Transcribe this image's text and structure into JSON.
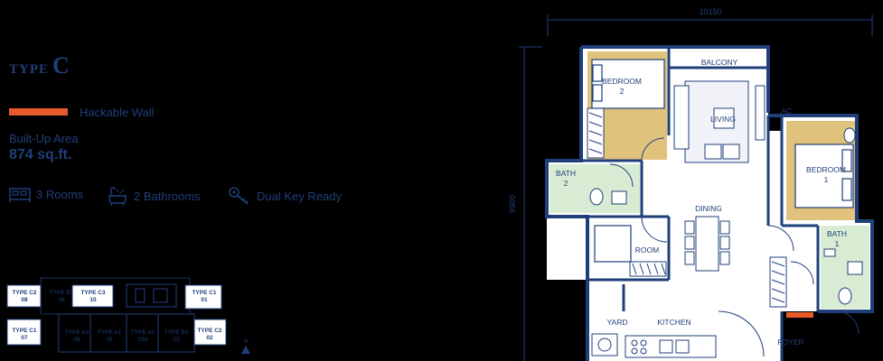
{
  "unit": {
    "type_word": "TYPE",
    "type_letter": "C"
  },
  "legend": {
    "hackable_wall": "Hackable Wall",
    "color": "#e8592b"
  },
  "built_up": {
    "label": "Built-Up Area",
    "value": "874 sq.ft."
  },
  "features": {
    "rooms": "3 Rooms",
    "bathrooms": "2 Bathrooms",
    "dual_key": "Dual Key Ready"
  },
  "dimensions": {
    "width": "10150",
    "depth": "9900"
  },
  "rooms": {
    "balcony": "BALCONY",
    "bedroom2_a": "BEDROOM",
    "bedroom2_b": "2",
    "living": "LIVING",
    "ac": "AC",
    "bedroom1_a": "BEDROOM",
    "bedroom1_b": "1",
    "bath2_a": "BATH",
    "bath2_b": "2",
    "dining": "DINING",
    "room": "ROOM",
    "bath1_a": "BATH",
    "bath1_b": "1",
    "yard": "YARD",
    "kitchen": "KITCHEN",
    "foyer": "FOYER"
  },
  "keyplan": {
    "units": [
      {
        "a": "TYPE C2",
        "b": "08"
      },
      {
        "a": "TYPE B1",
        "b": "09"
      },
      {
        "a": "TYPE C3",
        "b": "10"
      },
      {
        "a": "TYPE C1",
        "b": "01"
      },
      {
        "a": "TYPE C1",
        "b": "07"
      },
      {
        "a": "TYPE A3",
        "b": "06"
      },
      {
        "a": "TYPE A1",
        "b": "05"
      },
      {
        "a": "TYPE A2",
        "b": "03A"
      },
      {
        "a": "TYPE B2",
        "b": "03"
      },
      {
        "a": "TYPE C2",
        "b": "02"
      }
    ],
    "north": "N"
  },
  "colors": {
    "navy": "#1f3f7a",
    "bedroom": "#e0c27c",
    "bath": "#d8ecd3",
    "floor": "#ffffff"
  }
}
